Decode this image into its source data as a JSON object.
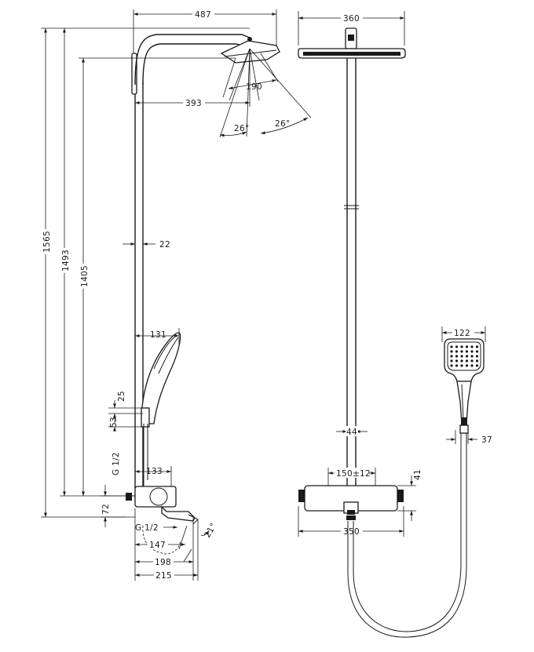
{
  "drawing": {
    "side_view": {
      "overall_width": "487",
      "height_1565": "1565",
      "height_1493": "1493",
      "height_1405": "1405",
      "arm_reach": "393",
      "head_width": "190",
      "spray_angle_left": "26°",
      "spray_angle_right": "26°",
      "pipe_diameter": "22",
      "handshower_reach": "131",
      "holder_dim_25": "25",
      "holder_dim_53": "53",
      "connection_g_upper": "G 1/2",
      "thermostat_depth": "133",
      "height_72": "72",
      "connection_g_lower": "G 1/2",
      "spout_147": "147",
      "spout_198": "198",
      "spout_215": "215",
      "spout_angle": "21°"
    },
    "front_view": {
      "head_width": "360",
      "pipe_44": "44",
      "connection_spacing": "150±12",
      "thermostat_height": "41",
      "thermostat_width": "350"
    },
    "handshower_view": {
      "head_width": "122",
      "handle_width": "37"
    }
  }
}
